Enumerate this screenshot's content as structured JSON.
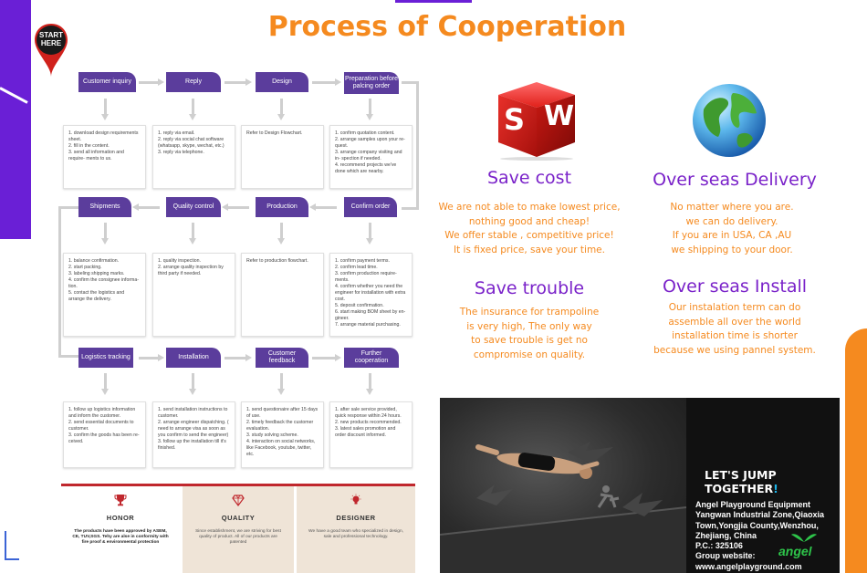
{
  "title": "Process of Cooperation",
  "start_label": "START\nHERE",
  "steps": {
    "customer_inquiry": "Customer inquiry",
    "reply": "Reply",
    "design": "Design",
    "preparation": "Preparation before palcing order",
    "shipments": "Shipments",
    "quality_control": "Quality control",
    "production": "Production",
    "confirm_order": "Confirm order",
    "logistics_tracking": "Logistics tracking",
    "installation": "Installation",
    "customer_feedback": "Customer feedback",
    "further_cooperation": "Further cooperation"
  },
  "descs": {
    "customer_inquiry": [
      "1. download design requirements sheet.",
      "2. fill in the content.",
      "3. send all information and require- ments to us."
    ],
    "reply": [
      "1. reply via email.",
      "2. reply via social chat software (whatsapp, skype, wechat, etc.)",
      "3. reply via telephone."
    ],
    "design": [
      "Refer to Design Flowchart."
    ],
    "preparation": [
      "1. confirm quotation content.",
      "2. arrange samples upon your re- quest.",
      "3. arrange company visiting and in- spection if needed.",
      "4. recommend projects we've done which are nearby."
    ],
    "shipments": [
      "1. balance confirmation.",
      "2. start packing.",
      "3. labeling shipping marks.",
      "4. confirm the consignee informa- tion.",
      "5. contact the logistics and arrange the delivery."
    ],
    "quality_control": [
      "1. quality inspection.",
      "2. arrange quality inspection by third party if needed."
    ],
    "production": [
      "Refer to production flowchart."
    ],
    "confirm_order": [
      "1. confirm payment terms.",
      "2. confirm lead time.",
      "3. confirm production require- ments.",
      "4. confirm whether you need the engineer for installation with extra cost.",
      "5. deposit confirmation.",
      "6. start making BOM sheet by en- gineer.",
      "7. arrange material purchasing."
    ],
    "logistics_tracking": [
      "1. follow up logistics information and inform the customer.",
      "2. send essential documents to customer.",
      "3. confirm the goods has been re- ceived."
    ],
    "installation": [
      "1. send installation instructions to customer.",
      "2. arrange engineer dispatching. ( need to arrange visa as soon as you confirm to send the engineer)",
      "3. follow up the installation till it's finished."
    ],
    "customer_feedback": [
      "1. send questionaire after 15 days of use.",
      "2. timely feedback the customer evaluation.",
      "3. study solving scheme.",
      "4. interaction on social networks, like Facebook, youtube, twitter, etc."
    ],
    "further_cooperation": [
      "1. after sale service provided, quick response within 24 hours.",
      "2. new products recommended.",
      "3. latest sales promotion and order discount informed."
    ]
  },
  "cards": [
    {
      "title": "HONOR",
      "text": "The products have been approved by ASEM, CE, TUV,SGS. Tehy are alse in conformity with fire proof & environmental protection",
      "icon": "trophy-icon"
    },
    {
      "title": "QUALITY",
      "text": "Since establishment, we are striving for best quality of product. All of our products are patented",
      "icon": "diamond-icon"
    },
    {
      "title": "DESIGNER",
      "text": "We have a good team who specialized in design, sale and professional technology.",
      "icon": "lightbulb-icon"
    }
  ],
  "features": {
    "save_cost": {
      "title": "Save cost",
      "lines": [
        "We are not able to make lowest price,",
        "nothing good and cheap!",
        "We offer stable , competitive price!",
        "It is fixed price, save your time."
      ]
    },
    "delivery": {
      "title": "Over seas Delivery",
      "lines": [
        "No matter where you are.",
        "we can do delivery.",
        "If you are in USA, CA ,AU",
        "we shipping to your door."
      ]
    },
    "save_trouble": {
      "title": "Save trouble",
      "lines": [
        "The insurance for trampoline",
        "is very high, The only way",
        "to save trouble is get no",
        "compromise on quality."
      ]
    },
    "install": {
      "title": "Over seas Install",
      "lines": [
        "Our instalation term can do",
        "assemble all over the world",
        "installation time is shorter",
        "because we using pannel system."
      ]
    }
  },
  "sw_letters": [
    "S",
    "W"
  ],
  "photo": {
    "headline_1": "LET'S JUMP",
    "headline_2": "TOGETHER",
    "headline_mark": "!",
    "company_lines": [
      "Angel Playground Equipment",
      "Yangwan Industrial Zone,Qiaoxia",
      "Town,Yongjia County,Wenzhou,",
      "Zhejiang, China",
      "P.C.: 325106",
      "Group website:",
      "www.angelplayground.com"
    ],
    "logo": "angel"
  },
  "colors": {
    "accent_orange": "#f58a1f",
    "accent_purple": "#7a22c9",
    "step_purple": "#5b3d9c",
    "pin_red": "#d0211c"
  }
}
